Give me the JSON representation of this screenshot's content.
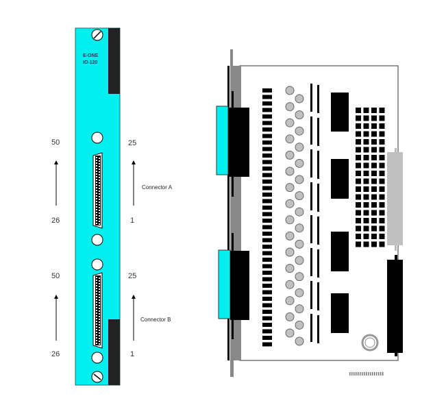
{
  "panel": {
    "brand_line1": "E-ONE",
    "brand_line2": "IO-120"
  },
  "connectors": [
    {
      "label": "Connector A",
      "top_left": "50",
      "top_right": "25",
      "bottom_left": "26",
      "bottom_right": "1"
    },
    {
      "label": "Connector B",
      "top_left": "50",
      "top_right": "25",
      "bottom_left": "26",
      "bottom_right": "1"
    }
  ],
  "colors": {
    "panel": "#00f0f0",
    "dark": "#222222",
    "bracket": "#888888",
    "led": "#c0c0c0",
    "header": "#c0c0c0"
  }
}
